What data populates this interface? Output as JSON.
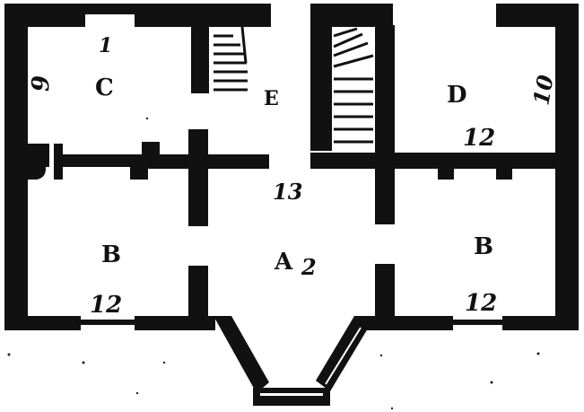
{
  "colors": {
    "wall": "#111111",
    "paper": "#ffffff"
  },
  "rooms": {
    "c": "C",
    "d": "D",
    "e": "E",
    "a": "A",
    "b_left": "B",
    "b_right": "B"
  },
  "dimensions": {
    "c_top": "1",
    "c_left": "9",
    "d_right": "10",
    "d_bottom": "12",
    "hall_center": "13",
    "a_suffix": "2",
    "b_left_bottom": "12",
    "b_right_bottom": "12"
  }
}
